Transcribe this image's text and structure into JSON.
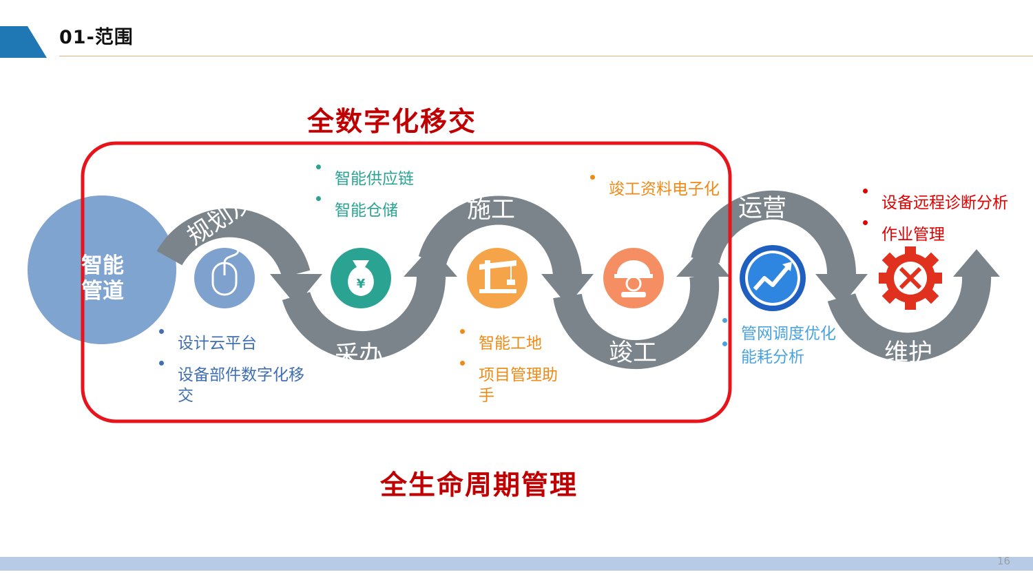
{
  "header": {
    "title": "01-范围",
    "page_number": "16"
  },
  "hub": {
    "label": "智能管道"
  },
  "highlight": {
    "title": "全数字化移交"
  },
  "footer_caption": "全生命周期管理",
  "stages": {
    "plan": "规划及设计",
    "procure": "采办",
    "construct": "施工",
    "complete": "竣工",
    "operate": "运营",
    "maintain": "维护"
  },
  "lists": {
    "design": [
      "设计云平台",
      "设备部件数字化移交"
    ],
    "procure": [
      "智能供应链",
      "智能仓储"
    ],
    "construct": [
      "智能工地",
      "项目管理助手"
    ],
    "complete": [
      "竣工资料电子化"
    ],
    "operate": [
      "管网调度优化",
      "能耗分析"
    ],
    "maintain": [
      "设备远程诊断分析",
      "作业管理"
    ]
  },
  "icons": [
    "mouse-icon",
    "money-bag-icon",
    "crane-icon",
    "worker-helmet-icon",
    "chart-trend-icon",
    "gear-tools-icon"
  ],
  "colors": {
    "ribbon": "#7b848b",
    "hub": "#7fa4cf",
    "highlight_frame": "#e8141b",
    "title_red": "#c00000",
    "icon_blue": "#7ea1cd",
    "icon_teal": "#2aa393",
    "icon_orange": "#f5a44a",
    "icon_salmon": "#f58f63",
    "icon_gear": "#e0301e"
  }
}
